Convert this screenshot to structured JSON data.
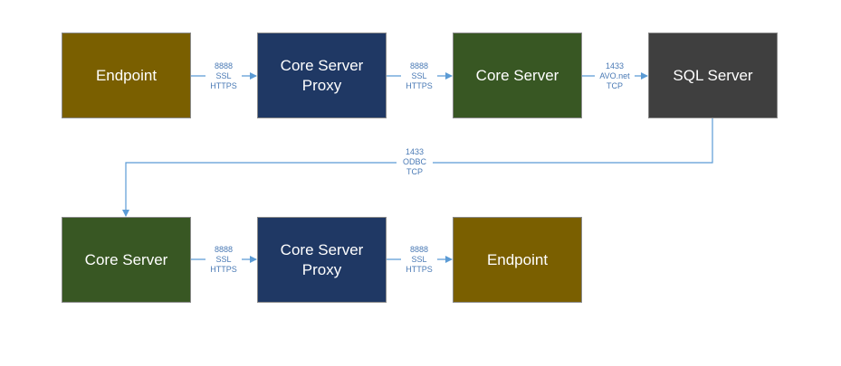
{
  "colors": {
    "endpoint": "#7a5f00",
    "proxy": "#1f3864",
    "core": "#385723",
    "sql": "#3f3f3f",
    "connector": "#5b9bd5",
    "label": "#4a7ab5"
  },
  "nodes": {
    "endpoint_top": "Endpoint",
    "proxy_top": "Core Server\nProxy",
    "core_top": "Core Server",
    "sql": "SQL Server",
    "core_bottom": "Core Server",
    "proxy_bottom": "Core Server\nProxy",
    "endpoint_bottom": "Endpoint"
  },
  "edges": {
    "e1": [
      "8888",
      "SSL",
      "HTTPS"
    ],
    "e2": [
      "8888",
      "SSL",
      "HTTPS"
    ],
    "e3": [
      "1433",
      "AVO.net",
      "TCP"
    ],
    "e4": [
      "1433",
      "ODBC",
      "TCP"
    ],
    "e5": [
      "8888",
      "SSL",
      "HTTPS"
    ],
    "e6": [
      "8888",
      "SSL",
      "HTTPS"
    ]
  }
}
